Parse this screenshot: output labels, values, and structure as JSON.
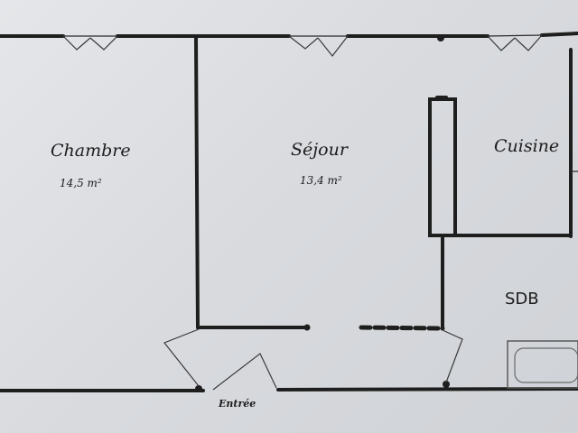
{
  "rooms": {
    "chambre": {
      "name": "Chambre",
      "area": "14,5 m²"
    },
    "sejour": {
      "name": "Séjour",
      "area": "13,4 m²"
    },
    "cuisine": {
      "name": "Cuisine"
    },
    "sdb": {
      "name": "SDB"
    },
    "entree": {
      "name": "Entrée"
    }
  },
  "colors": {
    "paper": "#dcdee2",
    "ink": "#1e1e1e"
  }
}
